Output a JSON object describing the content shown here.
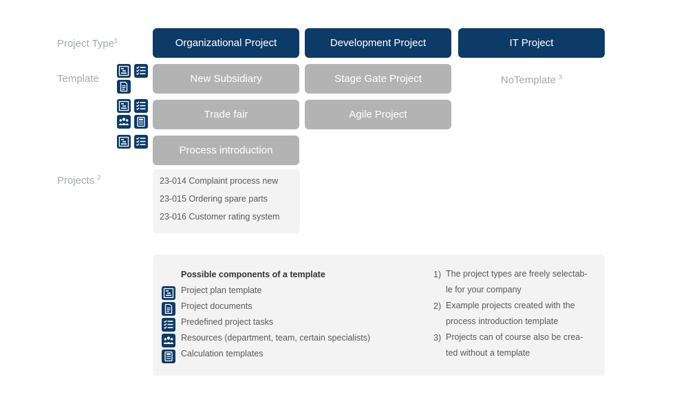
{
  "rows": {
    "project_type": {
      "label": "Project Type",
      "sup": "1"
    },
    "template": {
      "label": "Template"
    },
    "projects": {
      "label": "Projects",
      "sup": "2"
    }
  },
  "project_types": [
    "Organizational Project",
    "Development Project",
    "IT Project"
  ],
  "templates": {
    "new_subsidiary": "New Subsidiary",
    "trade_fair": "Trade fair",
    "process_introduction": "Process introduction",
    "stage_gate_project": "Stage Gate Project",
    "agile_project": "Agile Project",
    "no_template": {
      "label": "NoTemplate",
      "sup": "3"
    }
  },
  "template_icons": {
    "new_subsidiary": [
      "project-plan-icon",
      "task-list-icon",
      "document-icon"
    ],
    "trade_fair": [
      "project-plan-icon",
      "task-list-icon",
      "resources-icon",
      "calculator-icon"
    ],
    "process_introduction": [
      "project-plan-icon",
      "task-list-icon"
    ]
  },
  "projects": [
    "23-014 Complaint process new",
    "23-015 Ordering spare parts",
    "23-016 Customer rating system"
  ],
  "legend": {
    "title": "Possible components of a template",
    "items": [
      {
        "icon": "project-plan-icon",
        "label": "Project plan template"
      },
      {
        "icon": "document-icon",
        "label": "Project documents"
      },
      {
        "icon": "task-list-icon",
        "label": "Predefined project tasks"
      },
      {
        "icon": "resources-icon",
        "label": "Resources (department, team, certain specialists)"
      },
      {
        "icon": "calculator-icon",
        "label": "Calculation templates"
      }
    ]
  },
  "notes": [
    {
      "num": "1)",
      "text": "The project types are freely selectab-le for your company"
    },
    {
      "num": "2)",
      "text": "Example projects created with the process introduction template"
    },
    {
      "num": "3)",
      "text": "Projects can of course also be crea-ted without a template"
    }
  ],
  "colors": {
    "primary": "#0d3b68",
    "template_gray": "#b3b3b3",
    "label_gray": "#a3a9b0",
    "panel_bg": "#f3f3f3"
  }
}
